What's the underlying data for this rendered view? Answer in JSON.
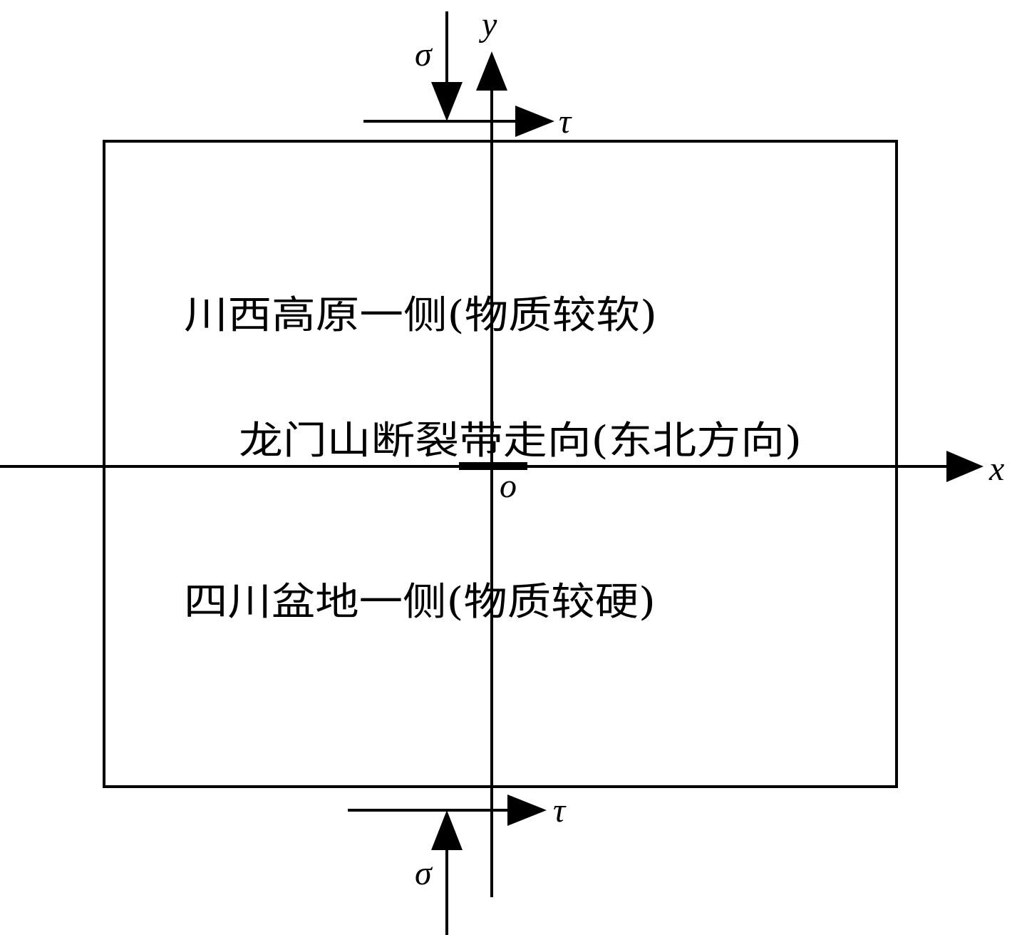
{
  "labels": {
    "upper_region": "川西高原一侧(物质较软)",
    "fault_strike": "龙门山断裂带走向(东北方向)",
    "lower_region": "四川盆地一侧(物质较硬)"
  },
  "axes": {
    "x": "x",
    "y": "y",
    "origin": "o"
  },
  "stresses": {
    "top_normal": "σ",
    "top_shear": "τ",
    "bottom_normal": "σ",
    "bottom_shear": "τ"
  },
  "colors": {
    "stroke": "#000000",
    "background": "#ffffff"
  }
}
